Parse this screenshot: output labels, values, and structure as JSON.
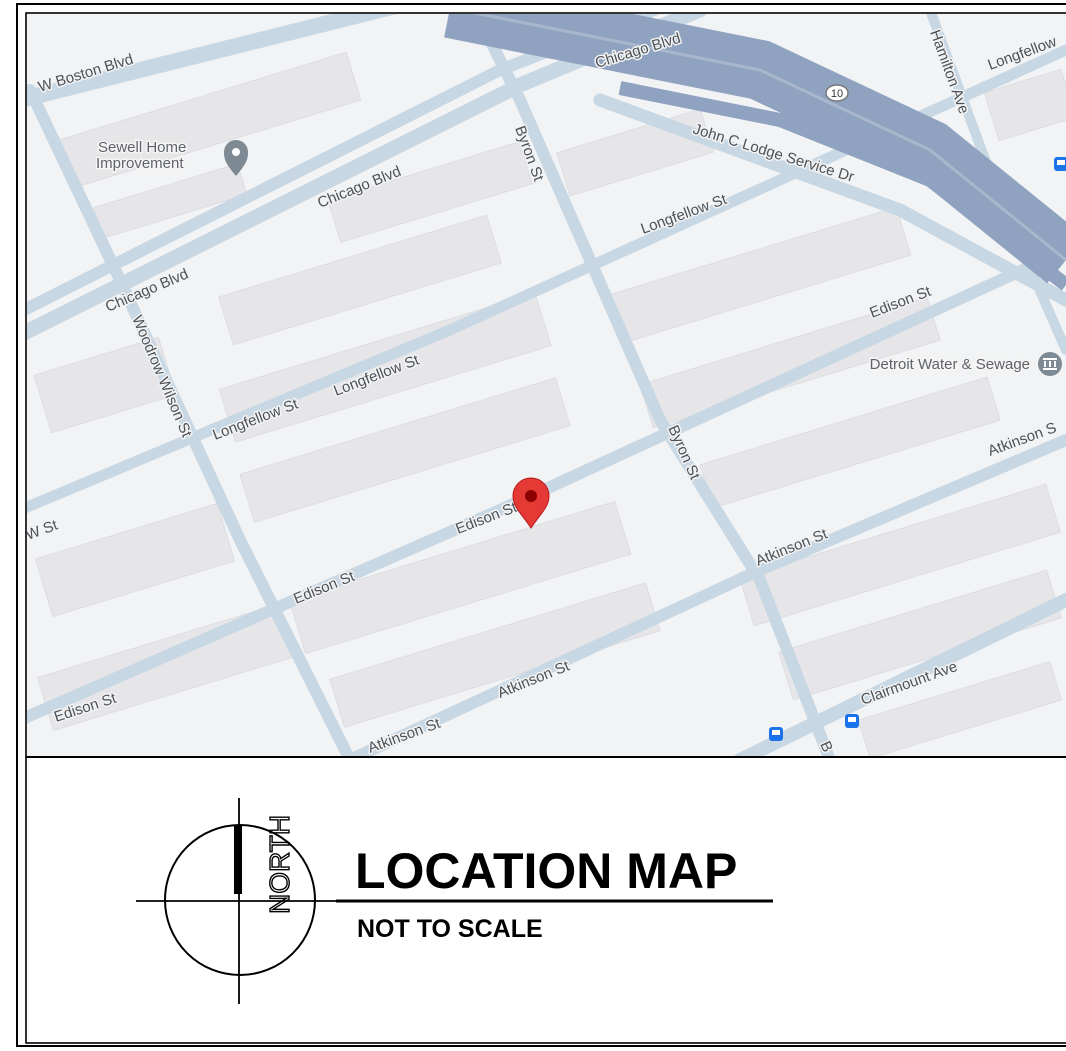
{
  "map": {
    "streets": {
      "w_boston": "W Boston Blvd",
      "chicago_top": "Chicago Blvd",
      "chicago_mid": "Chicago Blvd",
      "chicago_left": "Chicago Blvd",
      "longfellow_top": "Longfellow",
      "longfellow_mid": "Longfellow St",
      "longfellow_a": "Longfellow St",
      "longfellow_b": "Longfellow St",
      "hamilton": "Hamilton Ave",
      "lodge_service": "John C Lodge Service Dr",
      "byron_top": "Byron St",
      "byron_mid": "Byron St",
      "woodrow": "Woodrow Wilson St",
      "edison_right": "Edison St",
      "edison_center": "Edison St",
      "edison_mid": "Edison St",
      "edison_left": "Edison St",
      "atkinson_right": "Atkinson S",
      "atkinson_mid": "Atkinson St",
      "atkinson_low": "Atkinson St",
      "atkinson_left": "Atkinson St",
      "clairmount": "Clairmount Ave",
      "w_st": "W St",
      "byron_bottom": "B"
    },
    "route_shield": "10",
    "pois": {
      "sewell_line1": "Sewell Home",
      "sewell_line2": "Improvement",
      "water": "Detroit Water & Sewage"
    },
    "colors": {
      "background": "#f2f3f4",
      "street": "#c8d7e4",
      "highway": "#8fa2bf",
      "building": "#e6e6e9",
      "pin": "#e53935",
      "transit": "#1a73e8"
    }
  },
  "legend": {
    "north": "NORTH",
    "title": "LOCATION MAP",
    "subtitle": "NOT TO SCALE"
  }
}
